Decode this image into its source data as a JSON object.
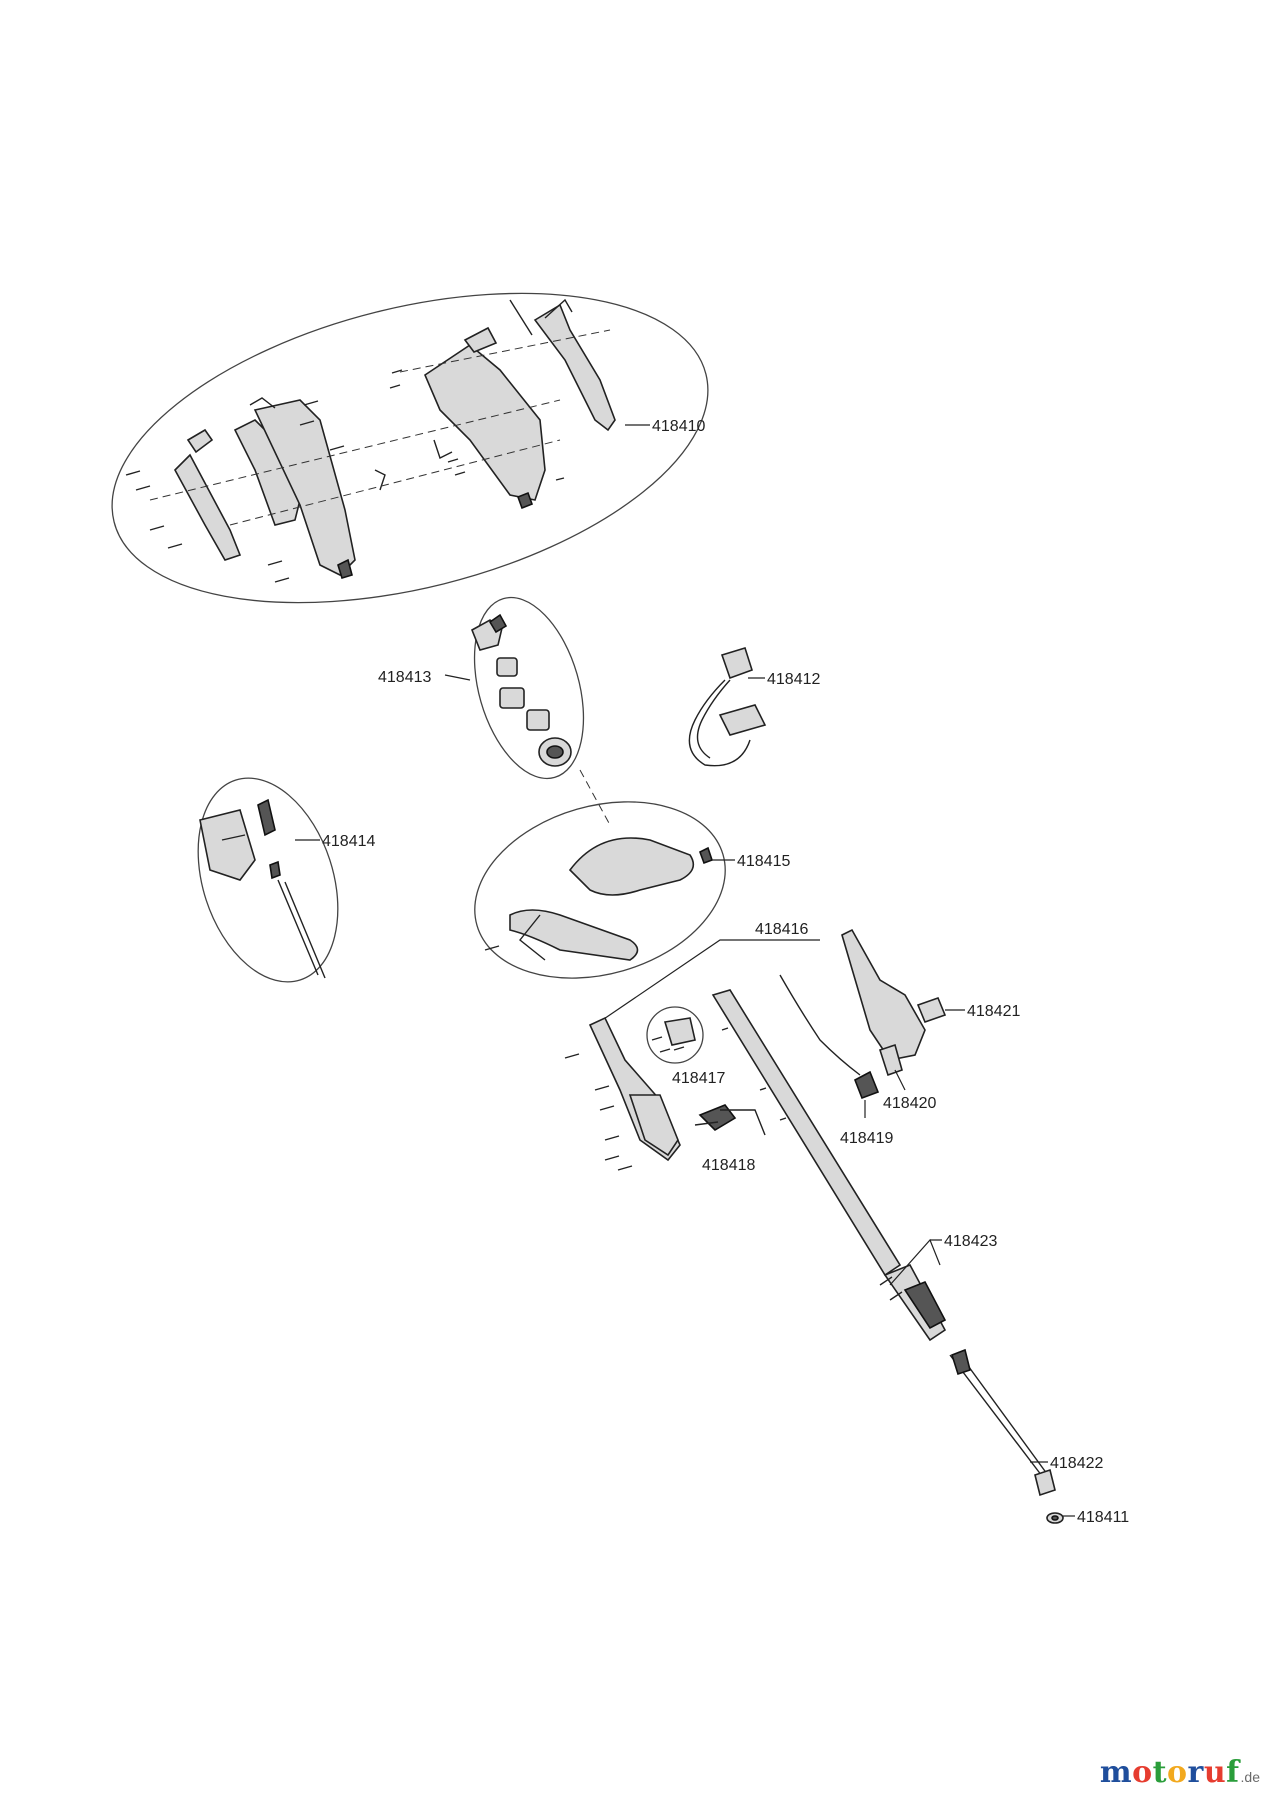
{
  "labels": {
    "p418410": "418410",
    "p418411": "418411",
    "p418412": "418412",
    "p418413": "418413",
    "p418414": "418414",
    "p418415": "418415",
    "p418416": "418416",
    "p418417": "418417",
    "p418418": "418418",
    "p418419": "418419",
    "p418420": "418420",
    "p418421": "418421",
    "p418422": "418422",
    "p418423": "418423"
  },
  "watermark": {
    "name": "motoruf",
    "tld": ".de",
    "letter_colors": [
      "#1f4e9c",
      "#e63c2f",
      "#2a9d3a",
      "#f2a91e",
      "#1f4e9c",
      "#e63c2f",
      "#2a9d3a"
    ]
  }
}
